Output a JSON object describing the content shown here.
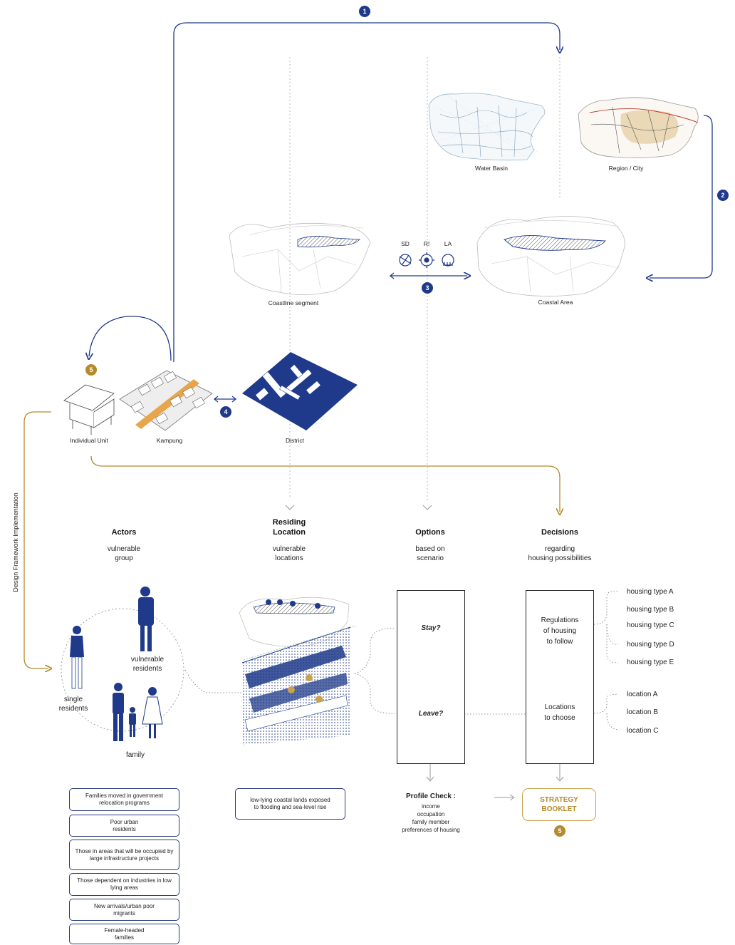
{
  "badges": {
    "b1": "1",
    "b2": "2",
    "b3": "3",
    "b4": "4",
    "b5a": "5",
    "b5b": "5"
  },
  "maps": {
    "water_basin": "Water Basin",
    "region_city": "Region / City",
    "coastline_segment": "Coastline segment",
    "coastal_area": "Coastal Area"
  },
  "strategies": [
    "SD",
    "R!",
    "LA"
  ],
  "scales": {
    "individual_unit": "Individual Unit",
    "kampung": "Kampung",
    "district": "District"
  },
  "side_label": "Design Framework Implementation",
  "columns": {
    "actors": {
      "title": "Actors",
      "sub1": "vulnerable",
      "sub2": "group"
    },
    "residing": {
      "title1": "Residing",
      "title2": "Location",
      "sub1": "vulnerable",
      "sub2": "locations"
    },
    "options": {
      "title": "Options",
      "sub1": "based on",
      "sub2": "scenario"
    },
    "decisions": {
      "title": "Decisions",
      "sub1": "regarding",
      "sub2": "housing possibilities"
    }
  },
  "people": {
    "vulnerable1": "vulnerable",
    "vulnerable2": "residents",
    "single1": "single",
    "single2": "residents",
    "family": "family"
  },
  "actor_groups": [
    "Families moved in government relocation programs",
    "Poor urban residents",
    "Those in areas that will be occupied by large infrastructure projects",
    "Those dependent on industries in low lying areas",
    "New arrivals/urban poor migrants",
    "Female-headed families"
  ],
  "location_note": "low-lying coastal lands exposed to flooding and sea-level rise",
  "options": {
    "stay": "Stay?",
    "leave": "Leave?"
  },
  "decisions": {
    "regulations1": "Regulations",
    "regulations2": "of housing",
    "regulations3": "to follow",
    "locations1": "Locations",
    "locations2": "to choose"
  },
  "housing_types": [
    "housing type A",
    "housing type B",
    "housing type C",
    "housing type D",
    "housing type E"
  ],
  "locations": [
    "location A",
    "location B",
    "location C"
  ],
  "profile": {
    "title": "Profile Check :",
    "lines": [
      "income",
      "occupation",
      "family member",
      "preferences of housing"
    ]
  },
  "strategy": {
    "line1": "STRATEGY",
    "line2": "BOOKLET"
  },
  "colors": {
    "navy": "#1f3a8a",
    "gold": "#b58a2a",
    "light_blue": "#bcd3e6"
  }
}
